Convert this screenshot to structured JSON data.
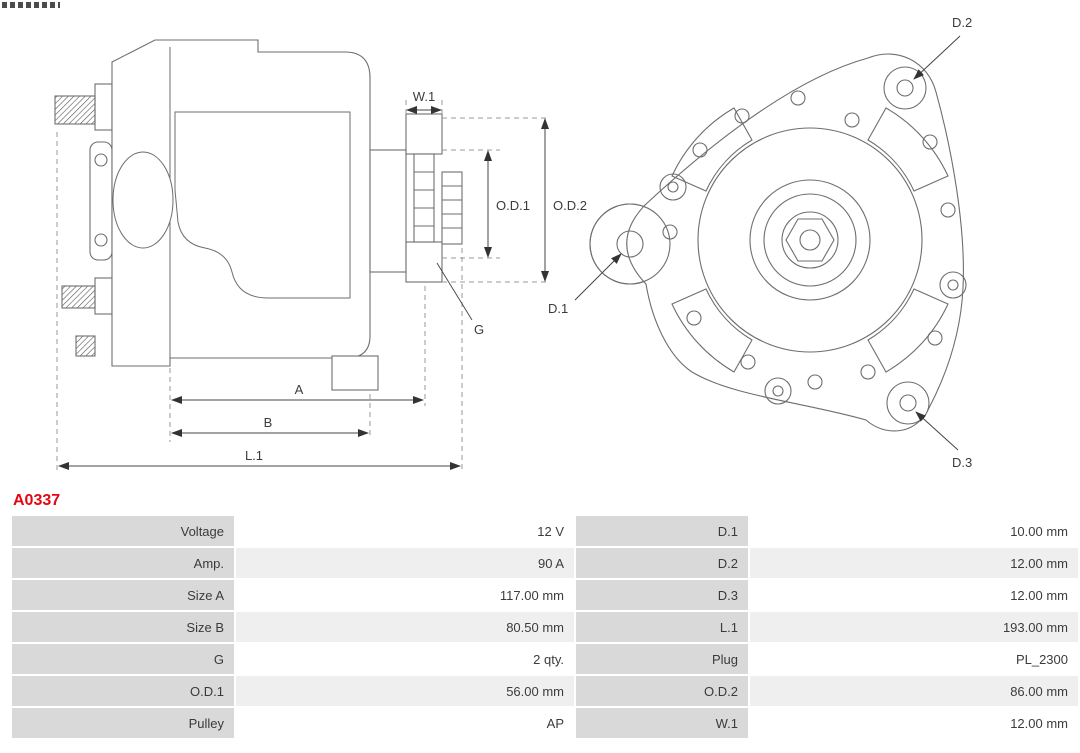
{
  "colors": {
    "red": "#e30613",
    "label-bg": "#d9d9d9",
    "alt-bg": "#efefef",
    "line": "#6e6e6e"
  },
  "part_number": "A0337",
  "diagram": {
    "side_view_labels": {
      "w1": "W.1",
      "od1": "O.D.1",
      "od2": "O.D.2",
      "g": "G",
      "a": "A",
      "b": "B",
      "l1": "L.1"
    },
    "front_view_labels": {
      "d1": "D.1",
      "d2": "D.2",
      "d3": "D.3"
    }
  },
  "table": {
    "rows": [
      {
        "c1": "Voltage",
        "c2": "12 V",
        "c3": "D.1",
        "c4": "10.00 mm"
      },
      {
        "c1": "Amp.",
        "c2": "90 A",
        "c3": "D.2",
        "c4": "12.00 mm"
      },
      {
        "c1": "Size A",
        "c2": "117.00 mm",
        "c3": "D.3",
        "c4": "12.00 mm"
      },
      {
        "c1": "Size B",
        "c2": "80.50 mm",
        "c3": "L.1",
        "c4": "193.00 mm"
      },
      {
        "c1": "G",
        "c2": "2 qty.",
        "c3": "Plug",
        "c4": "PL_2300"
      },
      {
        "c1": "O.D.1",
        "c2": "56.00 mm",
        "c3": "O.D.2",
        "c4": "86.00 mm"
      },
      {
        "c1": "Pulley",
        "c2": "AP",
        "c3": "W.1",
        "c4": "12.00 mm"
      }
    ]
  }
}
